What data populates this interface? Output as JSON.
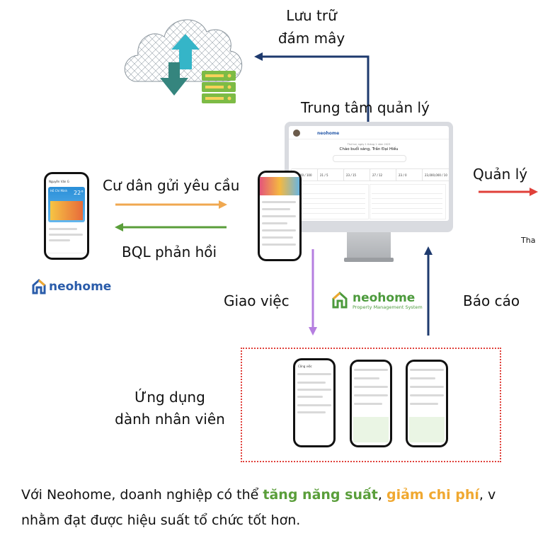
{
  "labels": {
    "cloud_line1": "Lưu trữ",
    "cloud_line2": "đám mây",
    "center": "Trung tâm quản lý",
    "manage": "Quản lý",
    "manage_sub": "Tha",
    "resident_request": "Cư dân gửi yêu cầu",
    "bql_reply": "BQL phản hồi",
    "assign": "Giao việc",
    "report": "Báo cáo",
    "staff_app_line1": "Ứng dụng",
    "staff_app_line2": "dành nhân viên"
  },
  "logos": {
    "small_brand": "neohome",
    "big_brand": "neohome",
    "big_tagline": "Property Management System"
  },
  "resident_phone": {
    "user": "Nguyễn Văn G",
    "city": "Hồ Chí Minh",
    "temp": "22°"
  },
  "dashboard": {
    "brand": "neohome",
    "greeting_small": "Thứ hai, ngày 1 tháng 1 năm 2023",
    "greeting": "Chào buổi sáng, Trần Đại Hiếu",
    "cards": [
      "23,000 / 100",
      "21 / 5",
      "23 / 15",
      "27 / 12",
      "23 / 0",
      "23,000,000 / 10"
    ]
  },
  "staff_phone": {
    "title": "Công việc"
  },
  "paragraph": {
    "line1_prefix": "Với Neohome, doanh nghiệp có thể ",
    "highlight_green": "tăng năng suất",
    "comma1": ", ",
    "highlight_orange": "giảm chi phí",
    "line1_suffix": ", v",
    "line2": "nhằm đạt được hiệu suất tổ chức tốt hơn."
  },
  "colors": {
    "green": "#5a9e3a",
    "orange": "#f0a830",
    "red": "#e0403a",
    "purple": "#b57ee0",
    "navy": "#1e3a6e",
    "brand_blue": "#2a5caa",
    "brand_green": "#4c9a3c"
  }
}
